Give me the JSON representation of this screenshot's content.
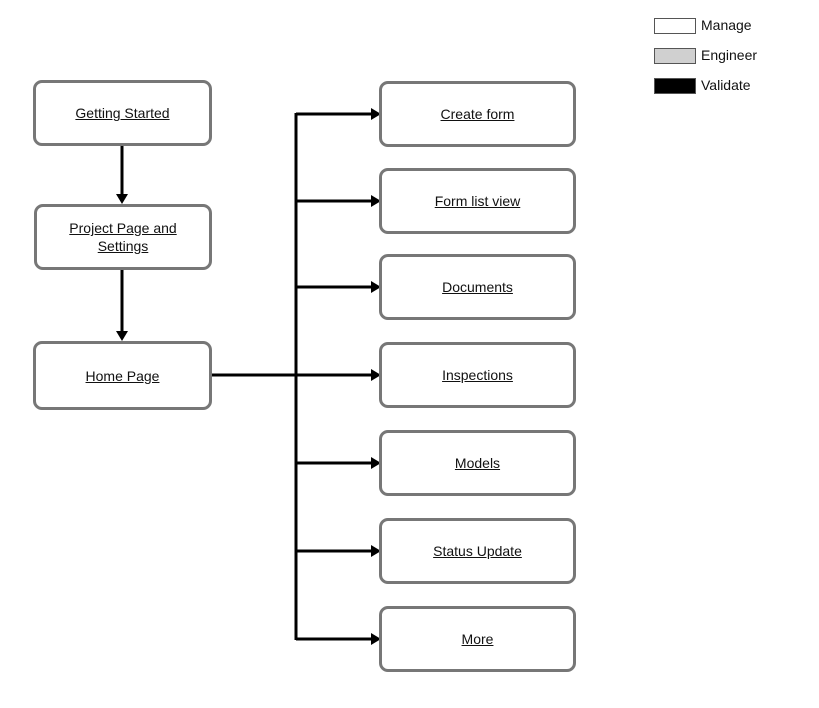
{
  "legend": [
    {
      "label": "Manage",
      "color": "#ffffff"
    },
    {
      "label": "Engineer",
      "color": "#d0d0d0"
    },
    {
      "label": "Validate",
      "color": "#000000"
    }
  ],
  "main_flow": {
    "getting_started": "Getting Started",
    "project_page_line1": "Project Page and",
    "project_page_line2": "Settings",
    "home_page": "Home Page"
  },
  "branches": {
    "create_form": "Create form",
    "form_list_view": "Form list view",
    "documents": "Documents",
    "inspections": "Inspections",
    "models": "Models",
    "status_update": "Status Update",
    "more": "More"
  }
}
